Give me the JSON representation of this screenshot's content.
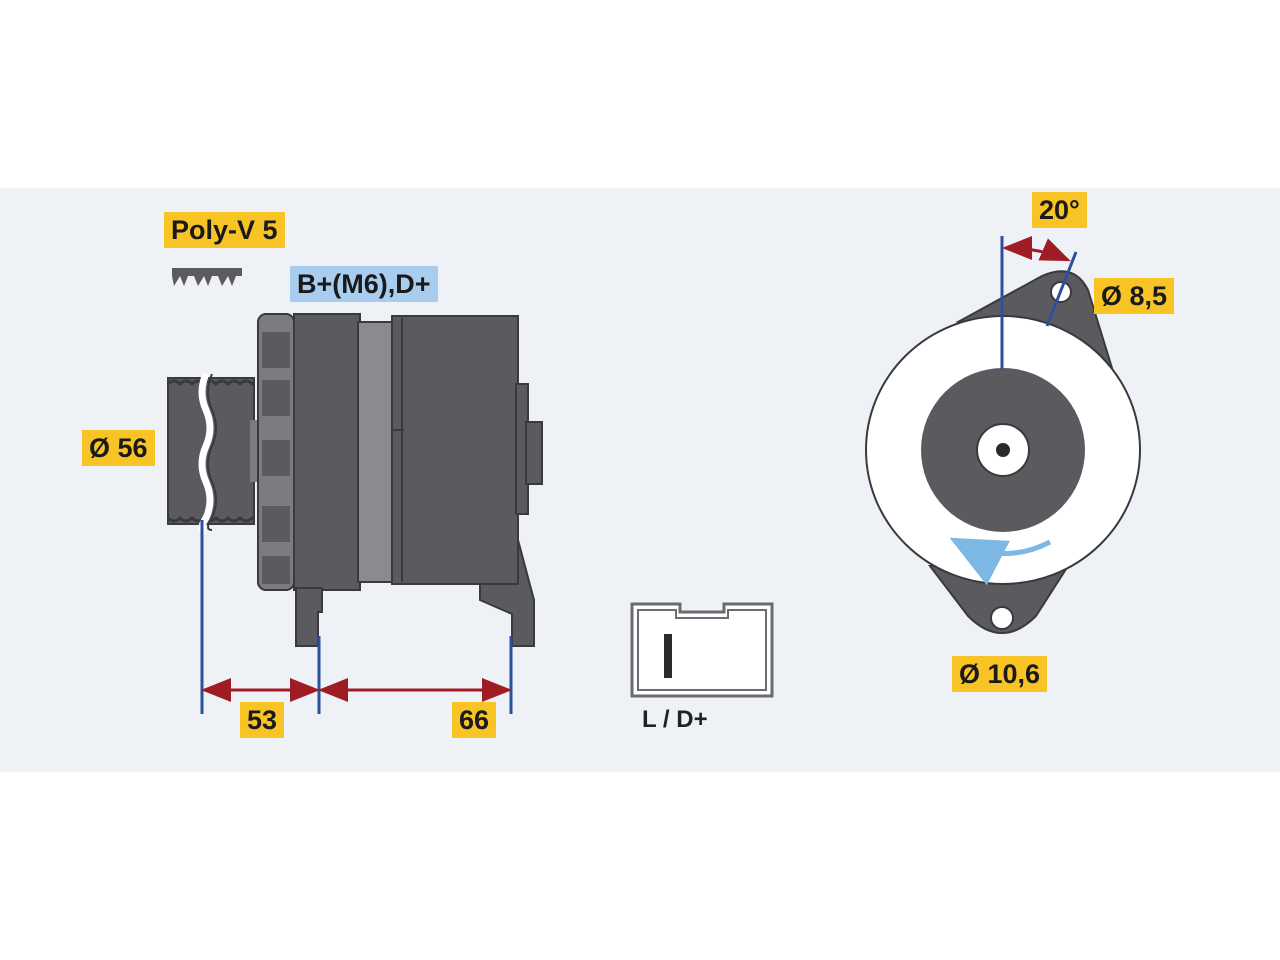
{
  "labels": {
    "belt": "Poly-V 5",
    "terminals": "B+(M6),D+",
    "pulley_diameter": "Ø 56",
    "dim_front": "53",
    "dim_rear": "66",
    "mount_angle": "20°",
    "hole_small": "Ø 8,5",
    "hole_large": "Ø 10,6",
    "connector": "L / D+"
  },
  "colors": {
    "label_bg": "#f7c325",
    "terminal_label_bg": "#a9cdee",
    "body_dark": "#5b5b5f",
    "body_mid": "#7b7b80",
    "dimension_arrow": "#a01c25",
    "reference_line": "#2c4f9e",
    "rotation_arrow": "#7db8e4"
  }
}
